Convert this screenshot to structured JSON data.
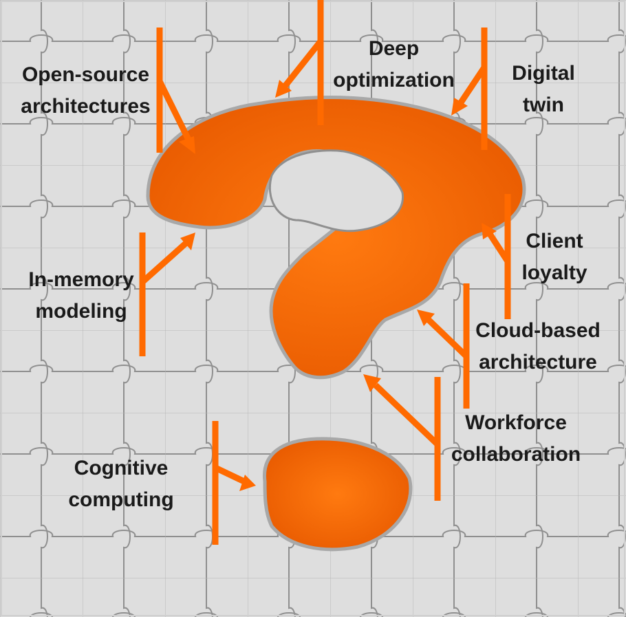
{
  "colors": {
    "accent": "#ff6a00",
    "puzzle_fill": "#dedede",
    "puzzle_edge": "#8a8a8a",
    "background": "#e4e4e4",
    "text": "#1a1a1a"
  },
  "icons": {
    "main": "question-mark-puzzle-icon",
    "piece": "puzzle-piece-icon",
    "pointer": "arrow-icon"
  },
  "labels": {
    "open_source": {
      "line1": "Open-source",
      "line2": "architectures"
    },
    "deep_optimization": {
      "line1": "Deep",
      "line2": "optimization"
    },
    "digital_twin": {
      "line1": "Digital",
      "line2": "twin"
    },
    "client_loyalty": {
      "line1": "Client",
      "line2": "loyalty"
    },
    "in_memory": {
      "line1": "In-memory",
      "line2": "modeling"
    },
    "cloud_based": {
      "line1": "Cloud-based",
      "line2": "architecture"
    },
    "workforce": {
      "line1": "Workforce",
      "line2": "collaboration"
    },
    "cognitive": {
      "line1": "Cognitive",
      "line2": "computing"
    }
  }
}
